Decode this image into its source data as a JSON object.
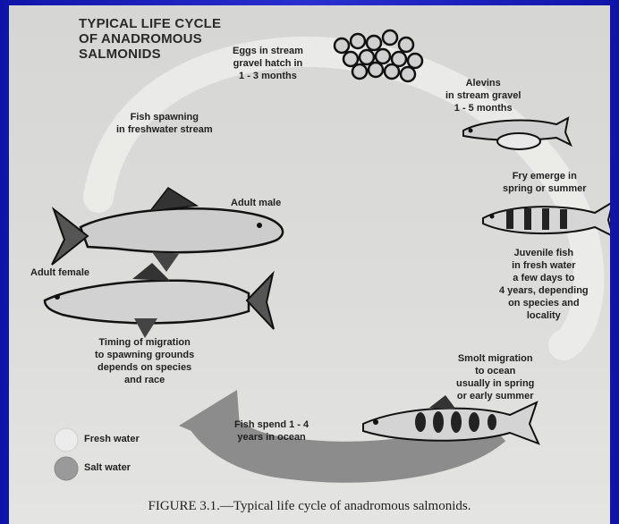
{
  "title": "TYPICAL LIFE CYCLE\nOF ANADROMOUS\nSALMONIDS",
  "stages": {
    "eggs": "Eggs in stream\ngravel hatch in\n1 - 3 months",
    "alevins": "Alevins\nin stream gravel\n1 - 5 months",
    "fry": "Fry emerge in\nspring or summer",
    "juvenile": "Juvenile fish\nin fresh water\na few days to\n4 years, depending\non species and\nlocality",
    "smolt": "Smolt migration\nto ocean\nusually in spring\nor early summer",
    "ocean": "Fish spend 1 - 4\nyears in ocean",
    "timing": "Timing of migration\nto spawning grounds\ndepends on species\nand race",
    "spawning": "Fish spawning\nin freshwater stream",
    "adult_male": "Adult male",
    "adult_female": "Adult female"
  },
  "legend": {
    "fresh": "Fresh water",
    "salt": "Salt water",
    "fresh_color": "#ececec",
    "salt_color": "#9a9a9a"
  },
  "caption": "FIGURE 3.1.—Typical life cycle of anadromous salmonids."
}
